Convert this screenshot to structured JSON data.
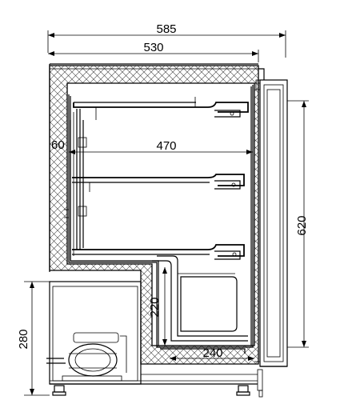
{
  "dimensions": {
    "overall_depth": "585",
    "cabinet_depth": "530",
    "inner_depth": "470",
    "rear_offset": "60",
    "door_height": "620",
    "compressor_height": "280",
    "floor_depth": "240",
    "step_height": "220"
  },
  "colors": {
    "line": "#000000",
    "background": "#ffffff",
    "insulation_hatch": "#444444"
  }
}
